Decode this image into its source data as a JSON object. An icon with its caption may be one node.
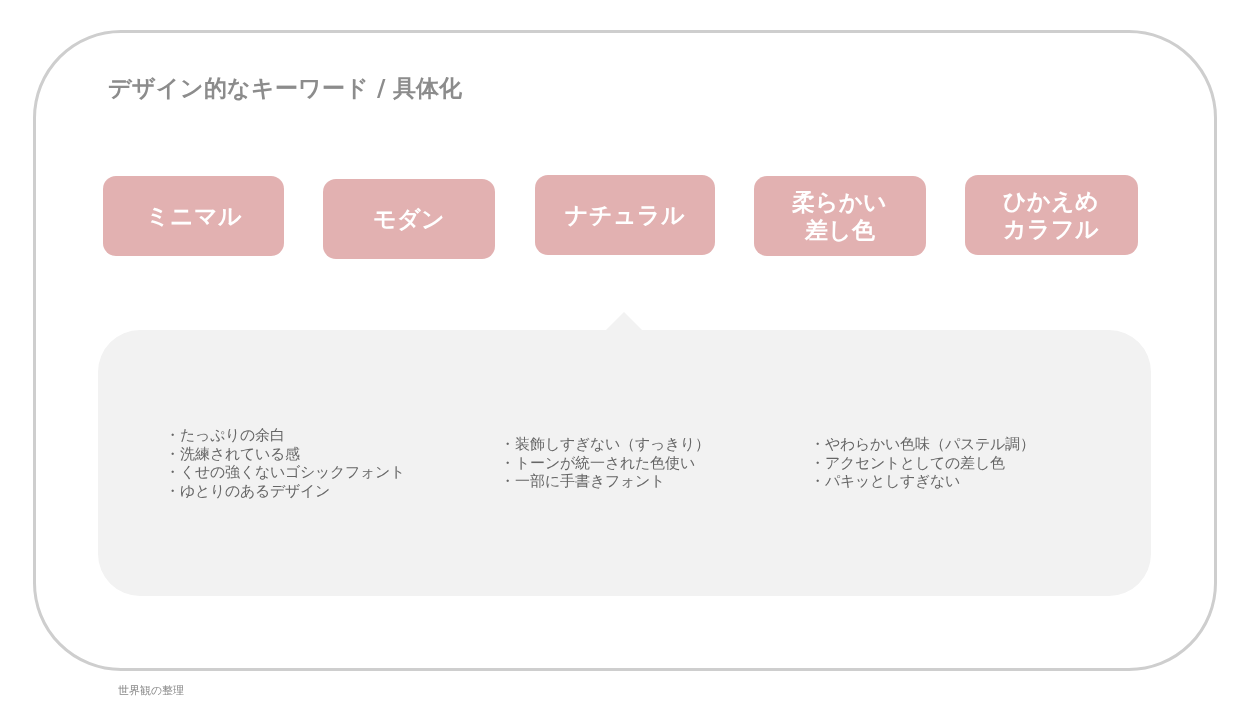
{
  "diagram": {
    "caption": "世界観の整理",
    "nodes": [
      {
        "text": [
          "デザイン的なキーワード / 具体化"
        ]
      },
      {
        "text": [
          "ミニマル"
        ],
        "in": 0
      },
      {
        "text": [
          "モダン"
        ],
        "in": 0
      },
      {
        "text": [
          "ナチュラル"
        ],
        "in": 0
      },
      {
        "text": [
          "柔らかい差し色"
        ],
        "in": 0
      },
      {
        "text": [
          "ひかえめカラフル"
        ],
        "in": 0
      },
      {
        "text": [
          "・たっぷりの余白",
          "・洗練されている感",
          "・くせの強くないゴシックフォント",
          "・ゆとりのあるデザイン",
          "・装飾しすぎない（すっきり）",
          "・トーンが統一された色使い",
          "・一部に手書きフォント",
          "・やわらかい色味（パステル調）",
          "・アクセントとしての差し色",
          "・パキッとしすぎない"
        ],
        "in": 0
      }
    ]
  }
}
